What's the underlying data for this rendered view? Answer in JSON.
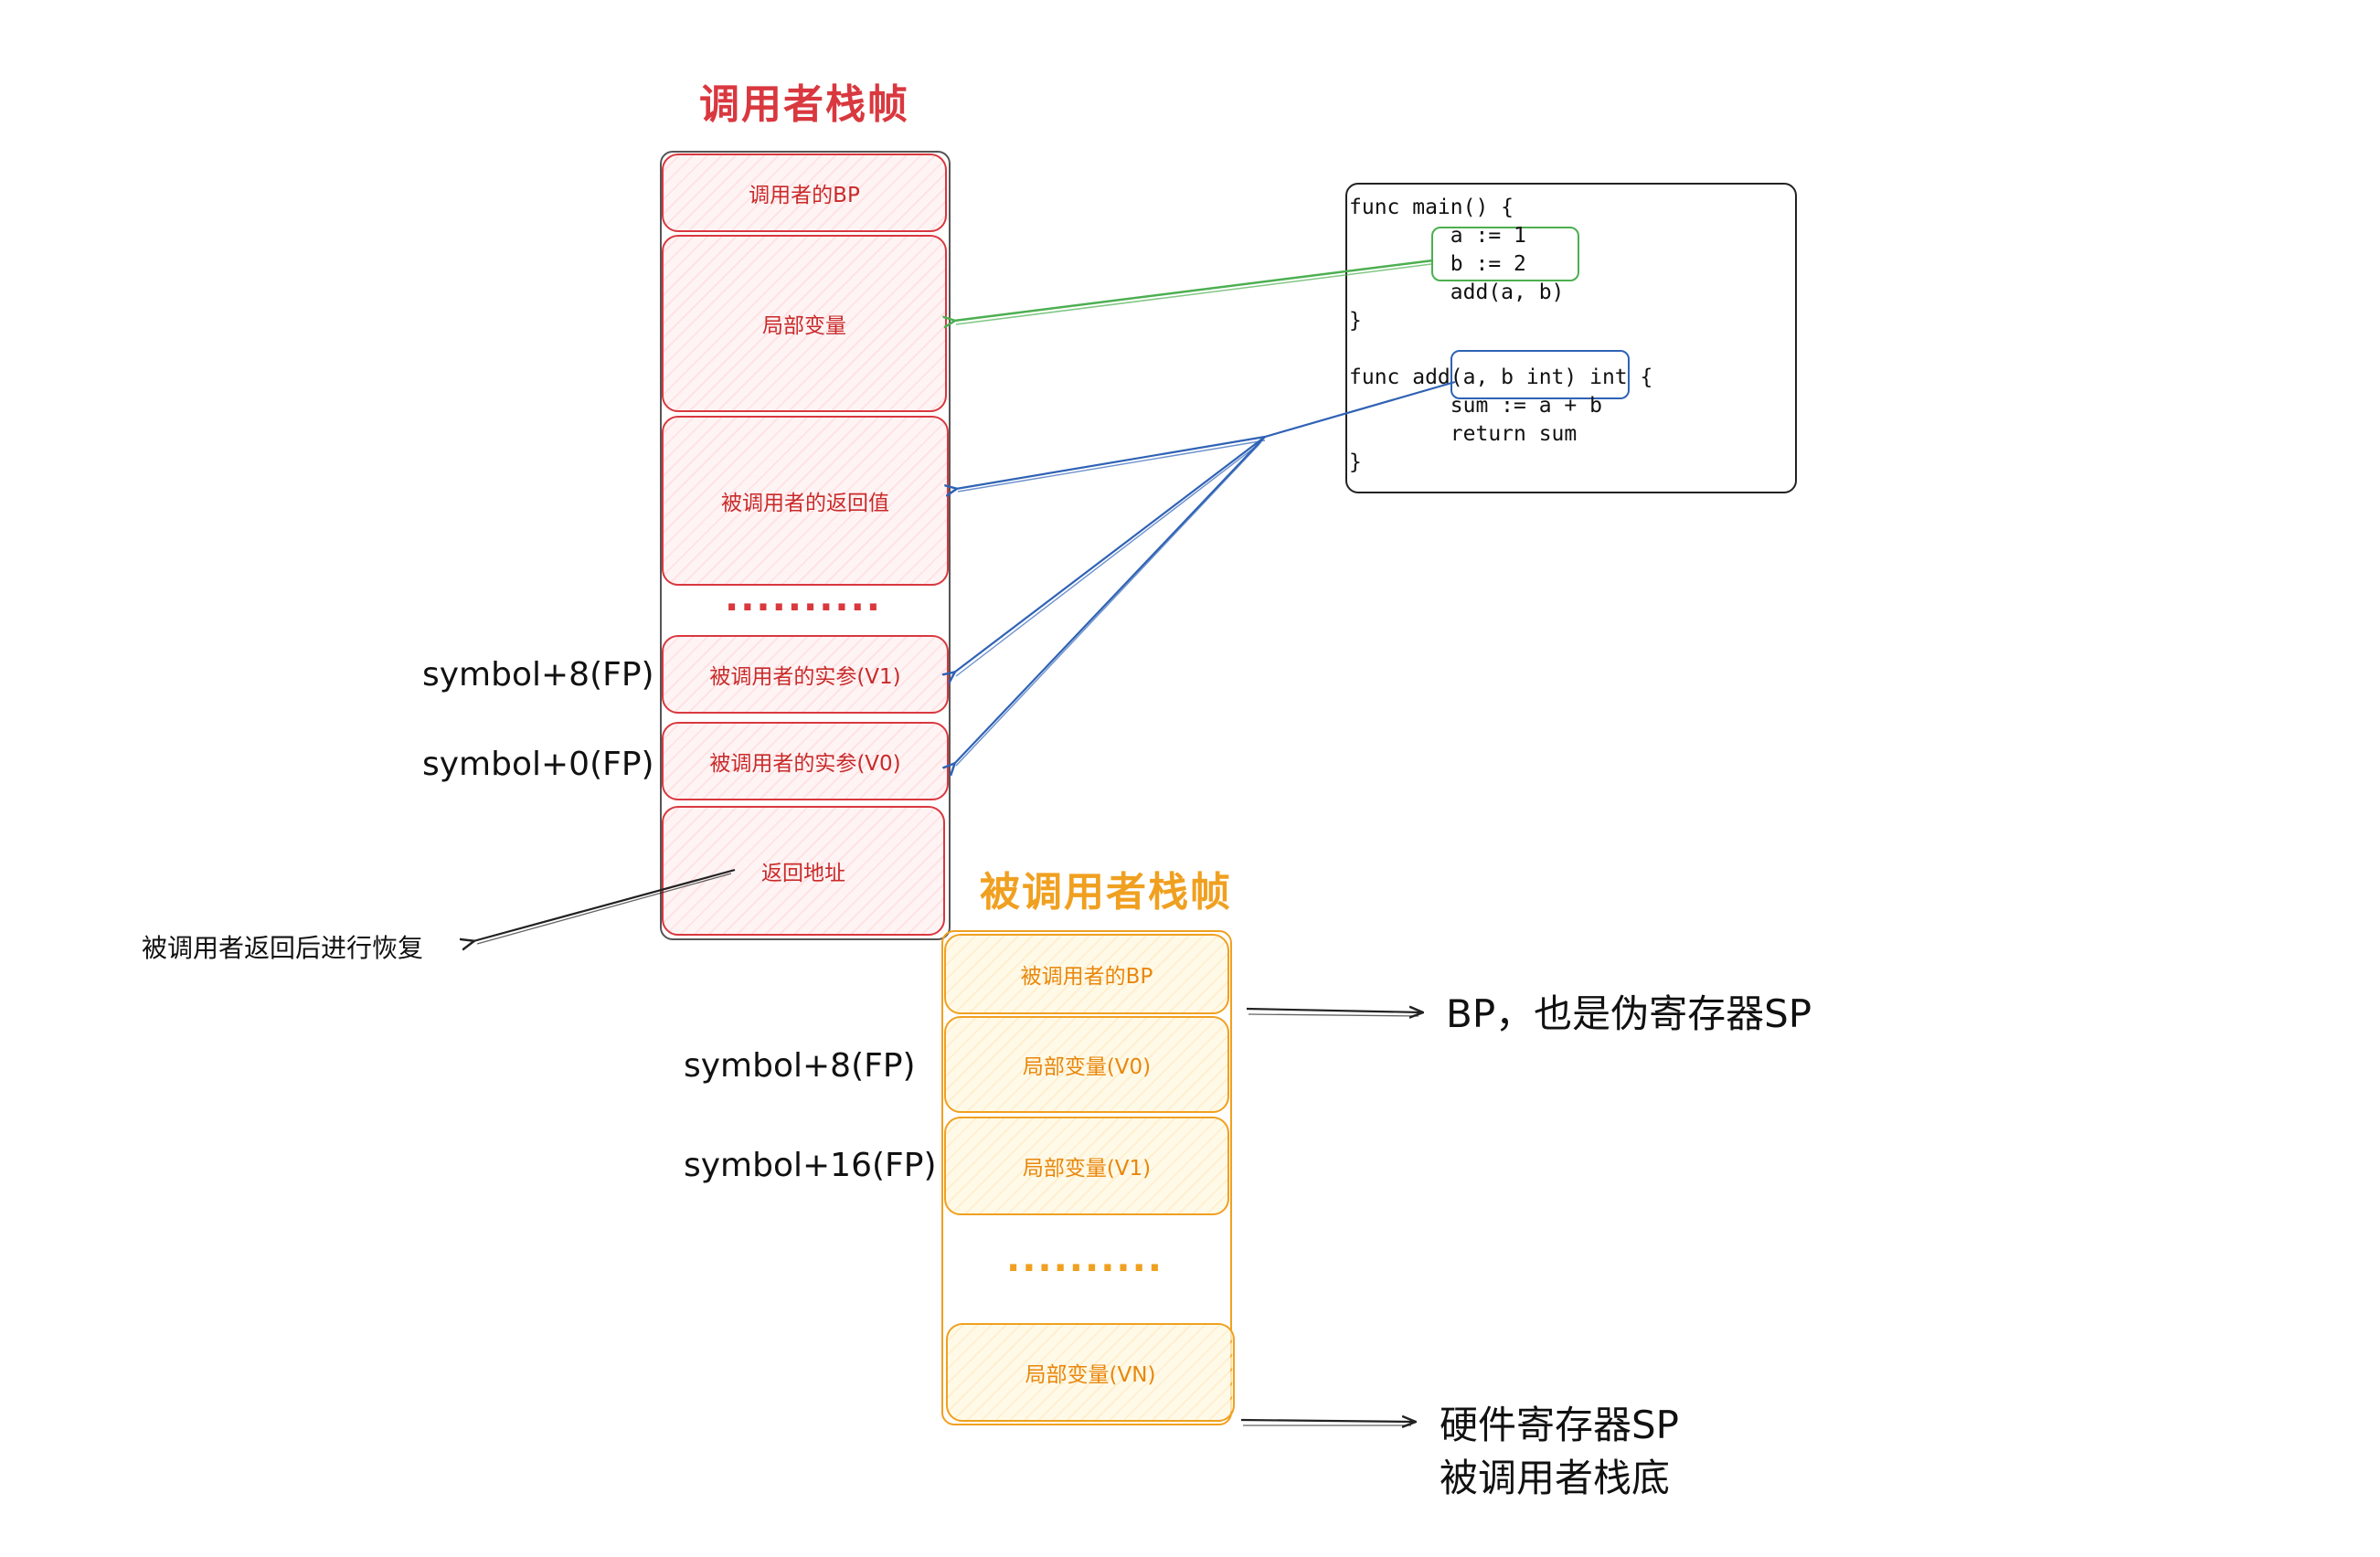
{
  "caller_frame": {
    "title": "调用者栈帧",
    "cells": {
      "caller_bp": "调用者的BP",
      "locals": "局部变量",
      "callee_return": "被调用者的返回值",
      "dots": "··········",
      "arg_v1": "被调用者的实参(V1)",
      "arg_v0": "被调用者的实参(V0)",
      "return_addr": "返回地址"
    },
    "offsets": {
      "v1": "symbol+8(FP)",
      "v0": "symbol+0(FP)"
    },
    "restore_note": "被调用者返回后进行恢复"
  },
  "callee_frame": {
    "title": "被调用者栈帧",
    "cells": {
      "callee_bp": "被调用者的BP",
      "local_v0": "局部变量(V0)",
      "local_v1": "局部变量(V1)",
      "dots": "··········",
      "local_vn": "局部变量(VN)"
    },
    "offsets": {
      "v0": "symbol+8(FP)",
      "v1": "symbol+16(FP)"
    },
    "bp_note": "BP，也是伪寄存器SP",
    "sp_note_line1": "硬件寄存器SP",
    "sp_note_line2": "被调用者栈底"
  },
  "code": {
    "lines": [
      "func main() {",
      "        a := 1",
      "        b := 2",
      "        add(a, b)",
      "}",
      "",
      "func add(a, b int) int {",
      "        sum := a + b",
      "        return sum",
      "}"
    ]
  },
  "colors": {
    "caller": "#d9383f",
    "callee": "#f0a020",
    "green_arrow": "#4caf50",
    "blue_arrow": "#2f62b5"
  }
}
